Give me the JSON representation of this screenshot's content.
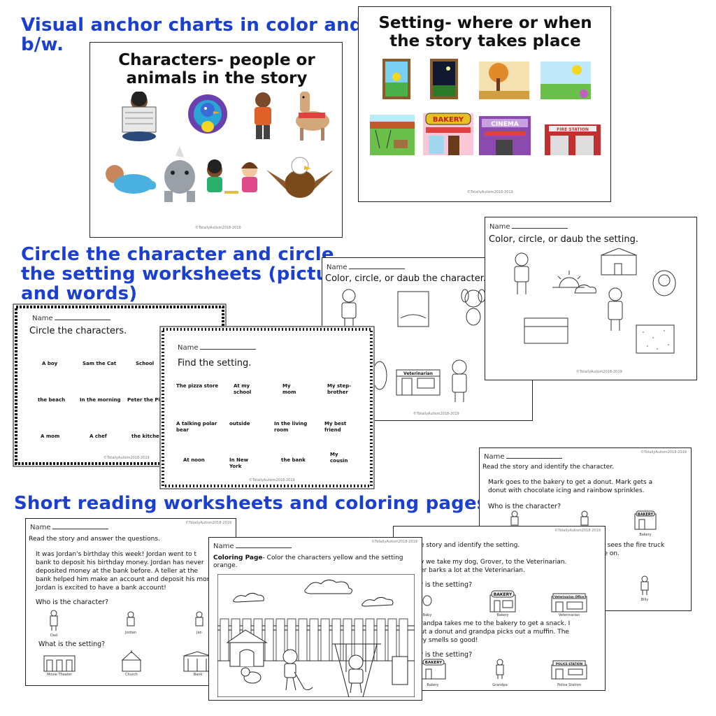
{
  "headings": {
    "visual_line1": "Visual anchor charts in color and",
    "visual_line2": "b/w.",
    "circle_line1": "Circle the character and circle",
    "circle_line2": "the setting worksheets (pictures",
    "circle_line3": "and words)",
    "reading": "Short reading worksheets and coloring pages"
  },
  "characters_chart": {
    "title_line1": "Characters- people or",
    "title_line2": "animals in the story",
    "copyright": "©TotallyAutism2018-2019"
  },
  "setting_chart": {
    "title_line1": "Setting- where or when",
    "title_line2": "the story takes place",
    "signs": {
      "bakery": "BAKERY",
      "cinema": "CINEMA",
      "fire_station": "FIRE STATION"
    },
    "copyright": "©TotallyAutism2018-2019"
  },
  "circle_characters": {
    "name_label": "Name",
    "title": "Circle the characters.",
    "words": [
      "A boy",
      "Sam the Cat",
      "School",
      "the beach",
      "In the morning",
      "Peter the Pirate",
      "A mom",
      "A chef",
      "the kitchen"
    ],
    "copyright": "©TotallyAutism2018-2019"
  },
  "find_setting": {
    "name_label": "Name",
    "title": "Find the setting.",
    "words": [
      "The pizza store",
      "At my school",
      "My mom",
      "My step-brother",
      "A talking polar bear",
      "outside",
      "In the living room",
      "My best friend",
      "At noon",
      "In New York",
      "the bank",
      "My cousin"
    ],
    "copyright": "©TotallyAutism2018-2019"
  },
  "daub_character": {
    "name_label": "Name",
    "title": "Color, circle, or daub the character.",
    "vet_sign": "Veterinarian",
    "copyright": "©TotallyAutism2018-2019"
  },
  "daub_setting": {
    "name_label": "Name",
    "title": "Color, circle, or daub the setting.",
    "copyright": "©TotallyAutism2018-2019"
  },
  "read_identify_character": {
    "name_label": "Name",
    "copyright": "©TotallyAutism2018-2019",
    "instruction": "Read the story and identify the character.",
    "story_line1": "Mark goes to the bakery to get a donut.  Mark gets a",
    "story_line2": "donut with chocolate icing and rainbow sprinkles.",
    "question": "Who is the character?",
    "partial_line1": "n sees the fire truck",
    "partial_line2": "re on.",
    "bakery_sign": "BAKERY",
    "labels": [
      "Bakery",
      "Billy"
    ]
  },
  "read_answer": {
    "name_label": "Name",
    "copyright": "©TotallyAutism2018-2019",
    "instruction": "Read the story and answer the questions.",
    "story": [
      "It was Jordan's birthday this week!  Jordan went to t",
      "bank to deposit his birthday money.  Jordan has never",
      "deposited money at the bank before.  A teller at the",
      "bank helped him make an account and deposit his mon",
      "Jordan is excited to have a bank account!"
    ],
    "q1": "Who is the character?",
    "q1_labels": [
      "Dad",
      "Jordan",
      "Jan"
    ],
    "q2": "What is the setting?",
    "q2_labels": [
      "Movie Theater",
      "Church",
      "Bank"
    ]
  },
  "read_identify_setting": {
    "copyright": "©TotallyAutism2018-2019",
    "instruction": "e story and identify the setting.",
    "story1_line1": "y we take my dog, Grover, to the Veterinarian.",
    "story1_line2": "er barks a lot at the Veterinarian.",
    "q1": "r is the setting?",
    "q1_labels": [
      "Baby",
      "Bakery",
      "Veterinarian"
    ],
    "bakery_sign": "BAKERY",
    "vet_sign": "Veterinarian Office",
    "story2_line1": "randpa takes me to the bakery to get a snack.  I",
    "story2_line2": "ut a donut and grandpa picks out a muffin.  The",
    "story2_line3": "ry smells so good!",
    "q2": "r is the setting?",
    "q2_labels": [
      "Bakery",
      "Grandpa",
      "Police Station"
    ],
    "police_sign": "POLICE STATION"
  },
  "coloring_page": {
    "name_label": "Name",
    "copyright": "©TotallyAutism2018-2019",
    "title_bold": "Coloring Page",
    "title_rest": "- Color the characters yellow and the setting",
    "title_line2": "orange."
  }
}
